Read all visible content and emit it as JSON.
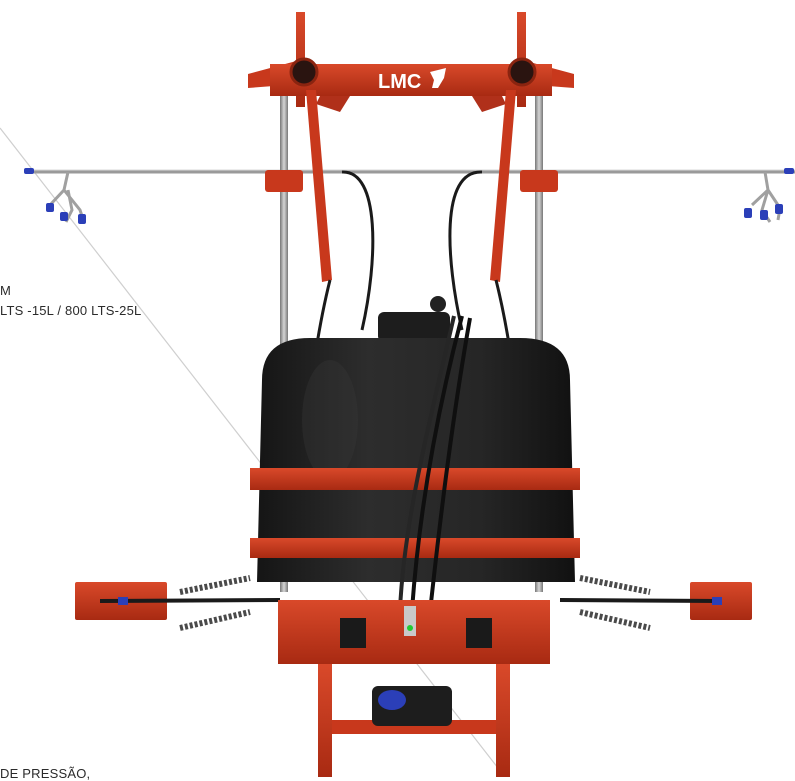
{
  "brand": {
    "logo_text": "LMC",
    "primary_color": "#c8381c",
    "tank_color": "#1f1f1f",
    "nozzle_color": "#2b3fb8"
  },
  "captions": {
    "line1": "M",
    "line2": "LTS -15L / 800 LTS-25L",
    "line3": "DE PRESSÃO,"
  }
}
